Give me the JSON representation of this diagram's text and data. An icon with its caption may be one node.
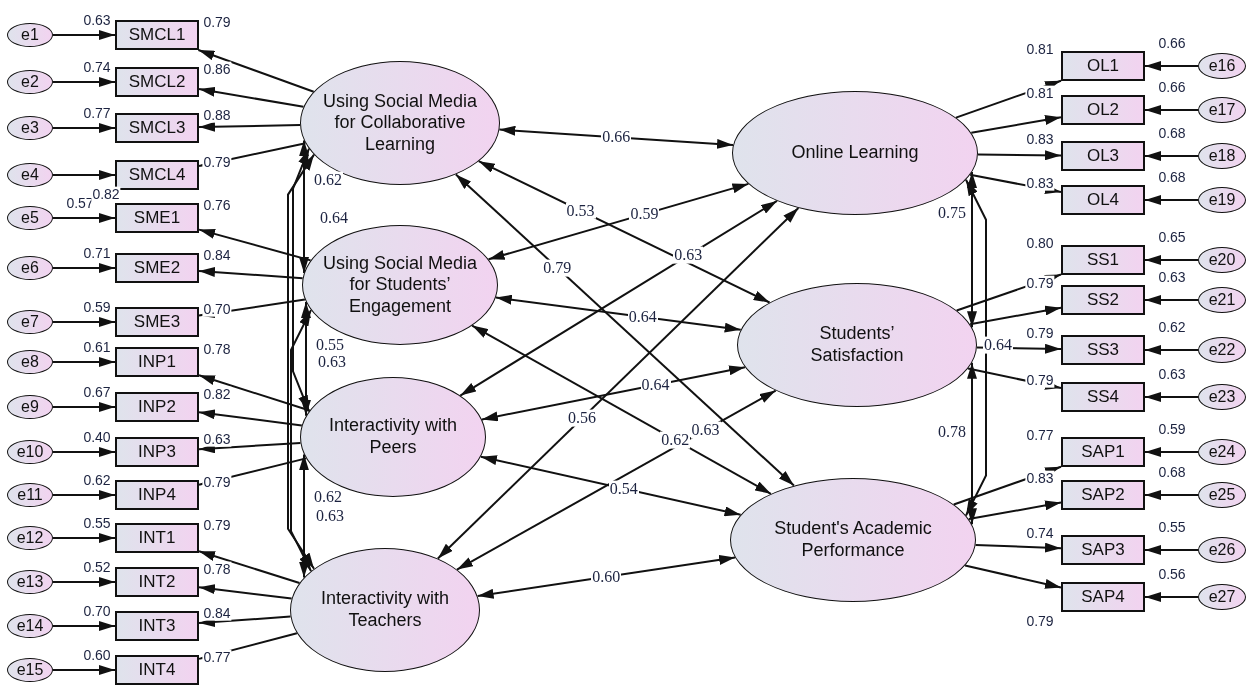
{
  "diagram": {
    "nodes": [
      {
        "text": [
          "e1"
        ]
      },
      {
        "text": [
          "e2"
        ]
      },
      {
        "text": [
          "e3"
        ]
      },
      {
        "text": [
          "e4"
        ]
      },
      {
        "text": [
          "e5"
        ]
      },
      {
        "text": [
          "e6"
        ]
      },
      {
        "text": [
          "e7"
        ]
      },
      {
        "text": [
          "e8"
        ]
      },
      {
        "text": [
          "e9"
        ]
      },
      {
        "text": [
          "e10"
        ]
      },
      {
        "text": [
          "e11"
        ]
      },
      {
        "text": [
          "e12"
        ]
      },
      {
        "text": [
          "e13"
        ]
      },
      {
        "text": [
          "e14"
        ]
      },
      {
        "text": [
          "e15"
        ]
      },
      {
        "text": [
          "SMCL1"
        ]
      },
      {
        "text": [
          "SMCL2"
        ]
      },
      {
        "text": [
          "SMCL3"
        ]
      },
      {
        "text": [
          "SMCL4"
        ]
      },
      {
        "text": [
          "SME1"
        ]
      },
      {
        "text": [
          "SME2"
        ]
      },
      {
        "text": [
          "SME3"
        ]
      },
      {
        "text": [
          "INP1"
        ]
      },
      {
        "text": [
          "INP2"
        ]
      },
      {
        "text": [
          "INP3"
        ]
      },
      {
        "text": [
          "INP4"
        ]
      },
      {
        "text": [
          "INT1"
        ]
      },
      {
        "text": [
          "INT2"
        ]
      },
      {
        "text": [
          "INT3"
        ]
      },
      {
        "text": [
          "INT4"
        ]
      },
      {
        "text": [
          "Using Social Media for Collaborative Learning"
        ]
      },
      {
        "text": [
          "Using Social Media for Students’ Engagement"
        ]
      },
      {
        "text": [
          "Interactivity with Peers"
        ]
      },
      {
        "text": [
          "Interactivity with Teachers"
        ]
      },
      {
        "text": [
          "Online Learning"
        ]
      },
      {
        "text": [
          "Students’ Satisfaction"
        ]
      },
      {
        "text": [
          "Student's Academic Performance"
        ]
      },
      {
        "text": [
          "OL1"
        ]
      },
      {
        "text": [
          "OL2"
        ]
      },
      {
        "text": [
          "OL3"
        ]
      },
      {
        "text": [
          "OL4"
        ]
      },
      {
        "text": [
          "SS1"
        ]
      },
      {
        "text": [
          "SS2"
        ]
      },
      {
        "text": [
          "SS3"
        ]
      },
      {
        "text": [
          "SS4"
        ]
      },
      {
        "text": [
          "SAP1"
        ]
      },
      {
        "text": [
          "SAP2"
        ]
      },
      {
        "text": [
          "SAP3"
        ]
      },
      {
        "text": [
          "SAP4"
        ]
      },
      {
        "text": [
          "e16"
        ]
      },
      {
        "text": [
          "e17"
        ]
      },
      {
        "text": [
          "e18"
        ]
      },
      {
        "text": [
          "e19"
        ]
      },
      {
        "text": [
          "e20"
        ]
      },
      {
        "text": [
          "e21"
        ]
      },
      {
        "text": [
          "e22"
        ]
      },
      {
        "text": [
          "e23"
        ]
      },
      {
        "text": [
          "e24"
        ]
      },
      {
        "text": [
          "e25"
        ]
      },
      {
        "text": [
          "e26"
        ]
      },
      {
        "text": [
          "e27"
        ]
      }
    ],
    "edges": [
      {
        "from": 0,
        "to": 15,
        "arrow": "to",
        "label": "0.63"
      },
      {
        "from": 1,
        "to": 16,
        "arrow": "to",
        "label": "0.74"
      },
      {
        "from": 2,
        "to": 17,
        "arrow": "to",
        "label": "0.77"
      },
      {
        "from": 3,
        "to": 18,
        "arrow": "to"
      },
      {
        "from": 4,
        "to": 19,
        "arrow": "to",
        "label": "0.57"
      },
      {
        "from": 5,
        "to": 20,
        "arrow": "to",
        "label": "0.71"
      },
      {
        "from": 6,
        "to": 21,
        "arrow": "to",
        "label": "0.59"
      },
      {
        "from": 7,
        "to": 22,
        "arrow": "to",
        "label": "0.61"
      },
      {
        "from": 8,
        "to": 23,
        "arrow": "to",
        "label": "0.67"
      },
      {
        "from": 9,
        "to": 24,
        "arrow": "to",
        "label": "0.40"
      },
      {
        "from": 10,
        "to": 25,
        "arrow": "to",
        "label": "0.62"
      },
      {
        "from": 11,
        "to": 26,
        "arrow": "to",
        "label": "0.55"
      },
      {
        "from": 12,
        "to": 27,
        "arrow": "to",
        "label": "0.52"
      },
      {
        "from": 13,
        "to": 28,
        "arrow": "to",
        "label": "0.70"
      },
      {
        "from": 14,
        "to": 29,
        "arrow": "to",
        "label": "0.60"
      },
      {
        "from": 30,
        "to": 15,
        "arrow": "to",
        "label": "0.79"
      },
      {
        "from": 30,
        "to": 16,
        "arrow": "to",
        "label": "0.86"
      },
      {
        "from": 30,
        "to": 17,
        "arrow": "to",
        "label": "0.88"
      },
      {
        "from": 30,
        "to": 18,
        "arrow": "to",
        "label": "0.79"
      },
      {
        "from": 31,
        "to": 19,
        "arrow": "to",
        "label": "0.76"
      },
      {
        "from": 31,
        "to": 20,
        "arrow": "to",
        "label": "0.84"
      },
      {
        "from": 31,
        "to": 21,
        "arrow": "to",
        "label": "0.70"
      },
      {
        "from": 32,
        "to": 22,
        "arrow": "to",
        "label": "0.78"
      },
      {
        "from": 32,
        "to": 23,
        "arrow": "to",
        "label": "0.82"
      },
      {
        "from": 32,
        "to": 24,
        "arrow": "to",
        "label": "0.63"
      },
      {
        "from": 32,
        "to": 25,
        "arrow": "to",
        "label": "0.79"
      },
      {
        "from": 33,
        "to": 26,
        "arrow": "to",
        "label": "0.79"
      },
      {
        "from": 33,
        "to": 27,
        "arrow": "to",
        "label": "0.78"
      },
      {
        "from": 33,
        "to": 28,
        "arrow": "to",
        "label": "0.84"
      },
      {
        "from": 33,
        "to": 29,
        "arrow": "to",
        "label": "0.77"
      },
      {
        "from": 30,
        "to": 31,
        "arrow": "both",
        "label": "0.62"
      },
      {
        "from": 30,
        "to": 32,
        "arrow": "both",
        "label": "0.64"
      },
      {
        "from": 31,
        "to": 32,
        "arrow": "both",
        "label": "0.55"
      },
      {
        "from": 30,
        "to": 33,
        "arrow": "both",
        "label": "0.63"
      },
      {
        "from": 32,
        "to": 33,
        "arrow": "both",
        "label": "0.62"
      },
      {
        "from": 31,
        "to": 33,
        "arrow": "both",
        "label": "0.63"
      },
      {
        "from": 30,
        "to": 34,
        "arrow": "both",
        "label": "0.66"
      },
      {
        "from": 31,
        "to": 34,
        "arrow": "both",
        "label": "0.59"
      },
      {
        "from": 32,
        "to": 34,
        "arrow": "both",
        "label": "0.63"
      },
      {
        "from": 30,
        "to": 35,
        "arrow": "both",
        "label": "0.53"
      },
      {
        "from": 30,
        "to": 36,
        "arrow": "both",
        "label": "0.79"
      },
      {
        "from": 31,
        "to": 35,
        "arrow": "both",
        "label": "0.64"
      },
      {
        "from": 31,
        "to": 36,
        "arrow": "both",
        "label": "0.62"
      },
      {
        "from": 32,
        "to": 35,
        "arrow": "both",
        "label": "0.64"
      },
      {
        "from": 33,
        "to": 34,
        "arrow": "both",
        "label": "0.56"
      },
      {
        "from": 32,
        "to": 36,
        "arrow": "both",
        "label": "0.54"
      },
      {
        "from": 33,
        "to": 35,
        "arrow": "both",
        "label": "0.63"
      },
      {
        "from": 33,
        "to": 36,
        "arrow": "both",
        "label": "0.60"
      },
      {
        "from": 34,
        "to": 35,
        "arrow": "both",
        "label": "0.75"
      },
      {
        "from": 35,
        "to": 36,
        "arrow": "both",
        "label": "0.78"
      },
      {
        "from": 34,
        "to": 36,
        "arrow": "both",
        "label": "0.64"
      },
      {
        "from": 34,
        "to": 37,
        "arrow": "to",
        "label": "0.81"
      },
      {
        "from": 34,
        "to": 38,
        "arrow": "to",
        "label": "0.81"
      },
      {
        "from": 34,
        "to": 39,
        "arrow": "to",
        "label": "0.83"
      },
      {
        "from": 34,
        "to": 40,
        "arrow": "to",
        "label": "0.83"
      },
      {
        "from": 35,
        "to": 41,
        "arrow": "to",
        "label": "0.80"
      },
      {
        "from": 35,
        "to": 42,
        "arrow": "to",
        "label": "0.79"
      },
      {
        "from": 35,
        "to": 43,
        "arrow": "to",
        "label": "0.79"
      },
      {
        "from": 35,
        "to": 44,
        "arrow": "to",
        "label": "0.79"
      },
      {
        "from": 36,
        "to": 45,
        "arrow": "to",
        "label": "0.77"
      },
      {
        "from": 36,
        "to": 46,
        "arrow": "to",
        "label": "0.83"
      },
      {
        "from": 36,
        "to": 47,
        "arrow": "to",
        "label": "0.74"
      },
      {
        "from": 36,
        "to": 48,
        "arrow": "to",
        "label": "0.79"
      },
      {
        "from": 49,
        "to": 37,
        "arrow": "to",
        "label": "0.66"
      },
      {
        "from": 50,
        "to": 38,
        "arrow": "to",
        "label": "0.66"
      },
      {
        "from": 51,
        "to": 39,
        "arrow": "to",
        "label": "0.68"
      },
      {
        "from": 52,
        "to": 40,
        "arrow": "to",
        "label": "0.68"
      },
      {
        "from": 53,
        "to": 41,
        "arrow": "to",
        "label": "0.65"
      },
      {
        "from": 54,
        "to": 42,
        "arrow": "to",
        "label": "0.63"
      },
      {
        "from": 55,
        "to": 43,
        "arrow": "to",
        "label": "0.62"
      },
      {
        "from": 56,
        "to": 44,
        "arrow": "to",
        "label": "0.63"
      },
      {
        "from": 57,
        "to": 45,
        "arrow": "to",
        "label": "0.59"
      },
      {
        "from": 58,
        "to": 46,
        "arrow": "to",
        "label": "0.68"
      },
      {
        "from": 59,
        "to": 47,
        "arrow": "to",
        "label": "0.55"
      },
      {
        "from": 60,
        "to": 48,
        "arrow": "to",
        "label": "0.56"
      }
    ],
    "labels": [
      "0.82"
    ]
  }
}
